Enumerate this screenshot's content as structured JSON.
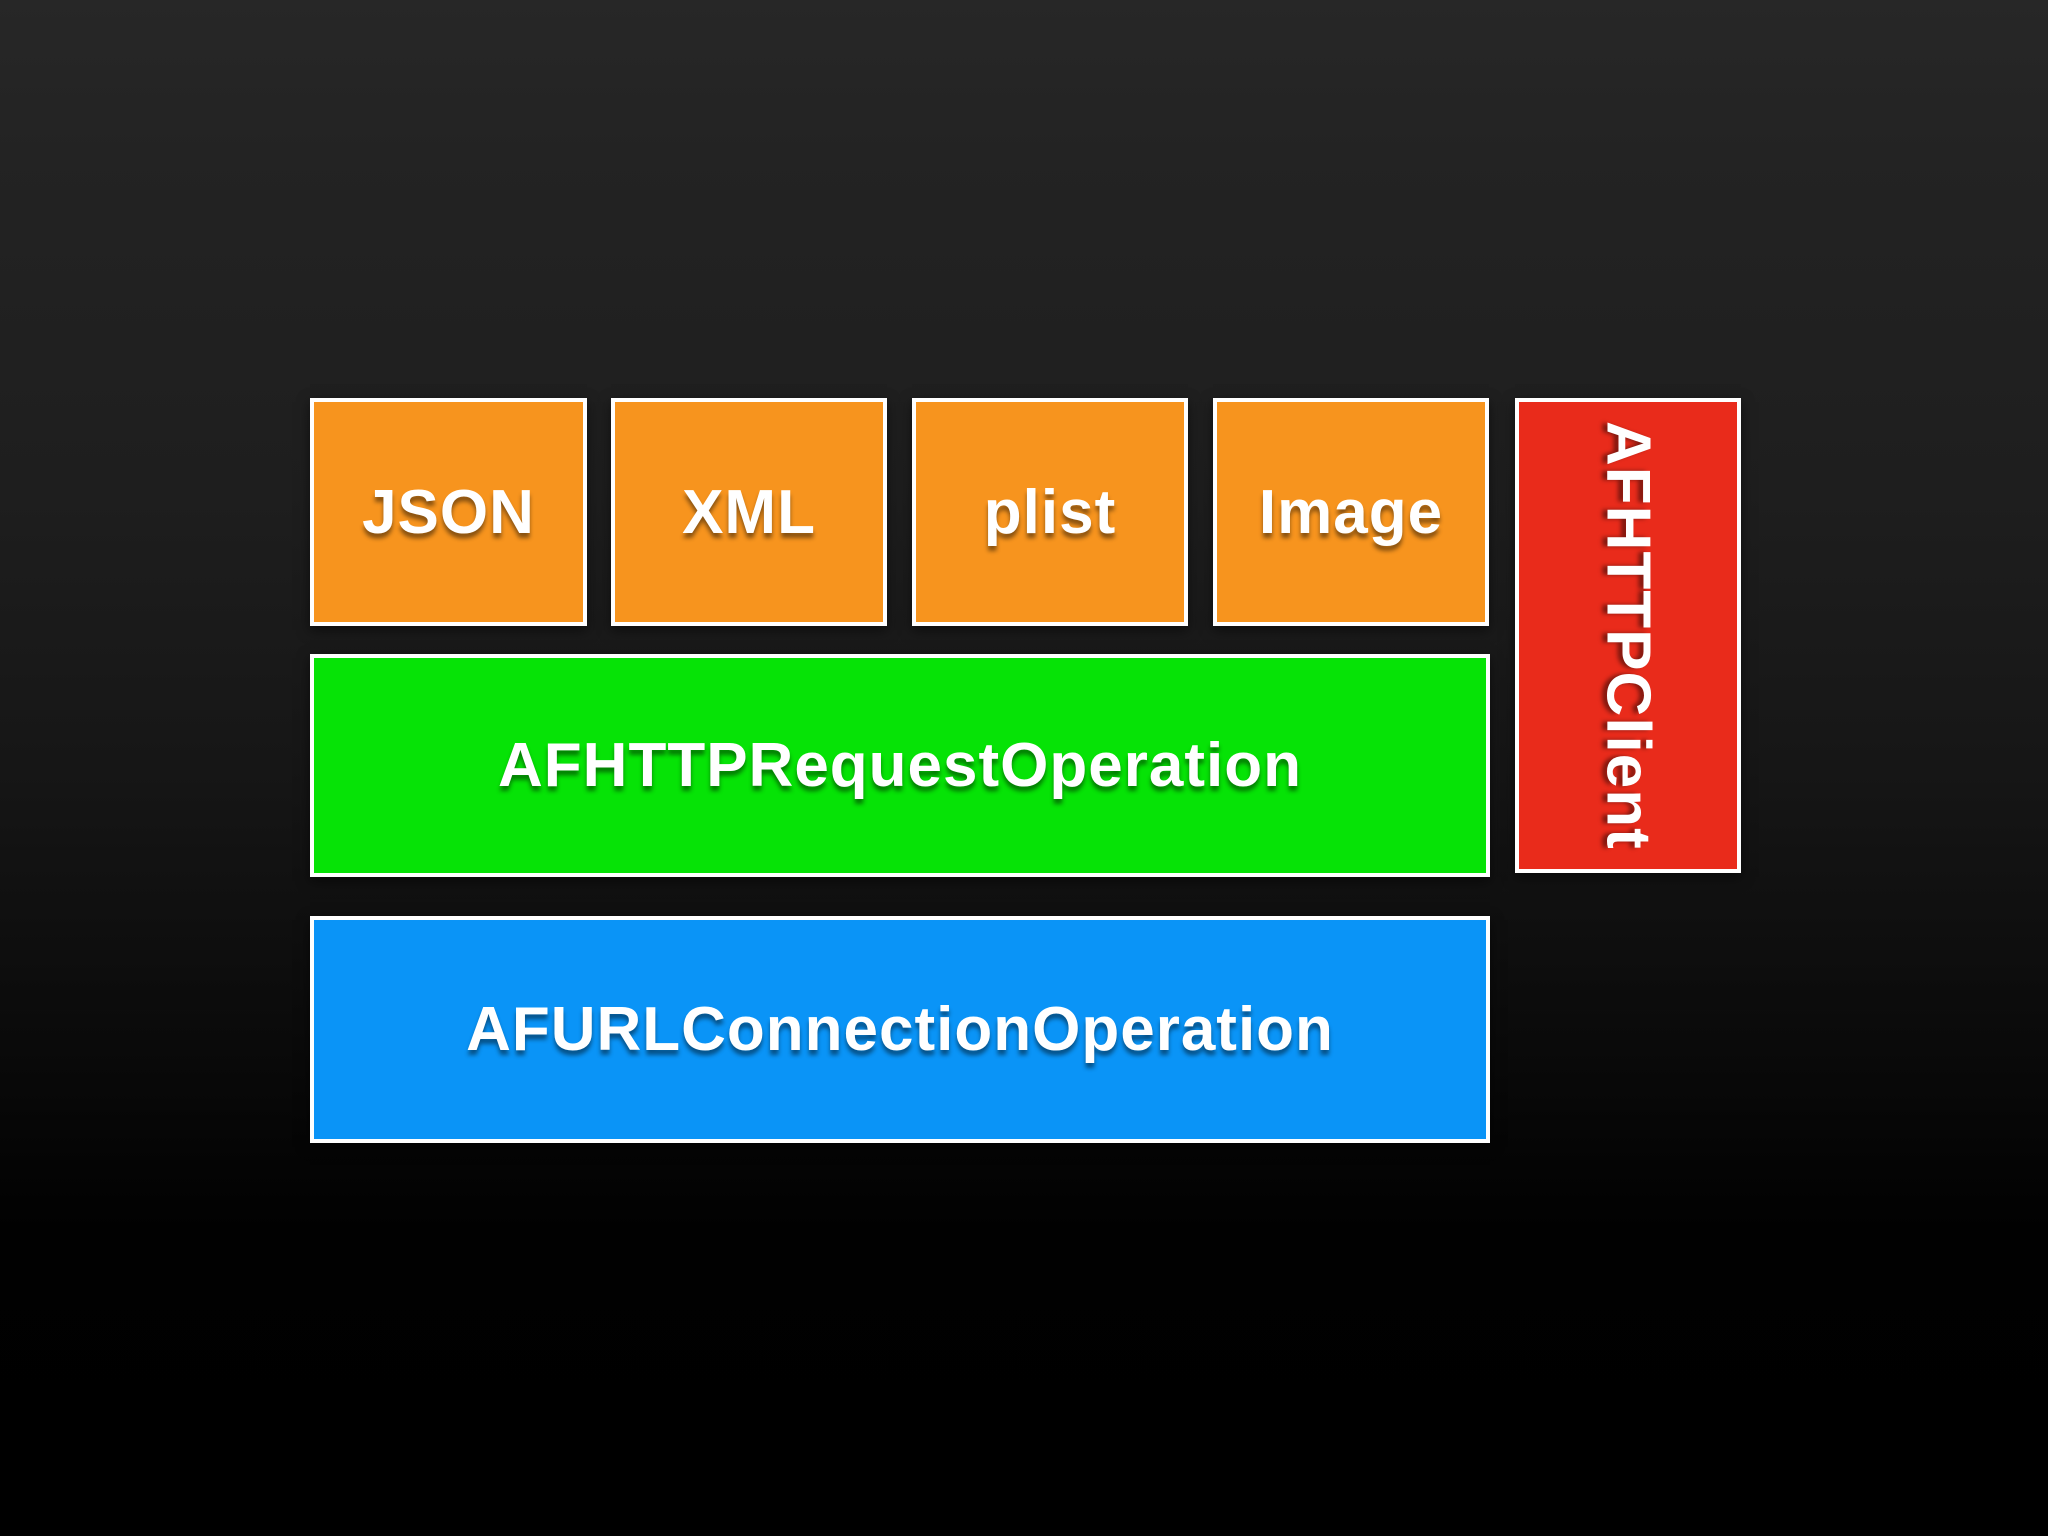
{
  "slide": {
    "background_top_color": "#242424",
    "background_bottom_color": "#000000"
  },
  "diagram": {
    "serializers": [
      {
        "label": "JSON",
        "color": "#F7941E"
      },
      {
        "label": "XML",
        "color": "#F7941E"
      },
      {
        "label": "plist",
        "color": "#F7941E"
      },
      {
        "label": "Image",
        "color": "#F7941E"
      }
    ],
    "request_operation": {
      "label": "AFHTTPRequestOperation",
      "color": "#06E306"
    },
    "connection_operation": {
      "label": "AFURLConnectionOperation",
      "color": "#0A94F7"
    },
    "http_client": {
      "label": "AFHTTPClient",
      "color": "#E92B1B"
    },
    "text_color": "#FFFFFF",
    "border_color": "#FFFFFF"
  }
}
